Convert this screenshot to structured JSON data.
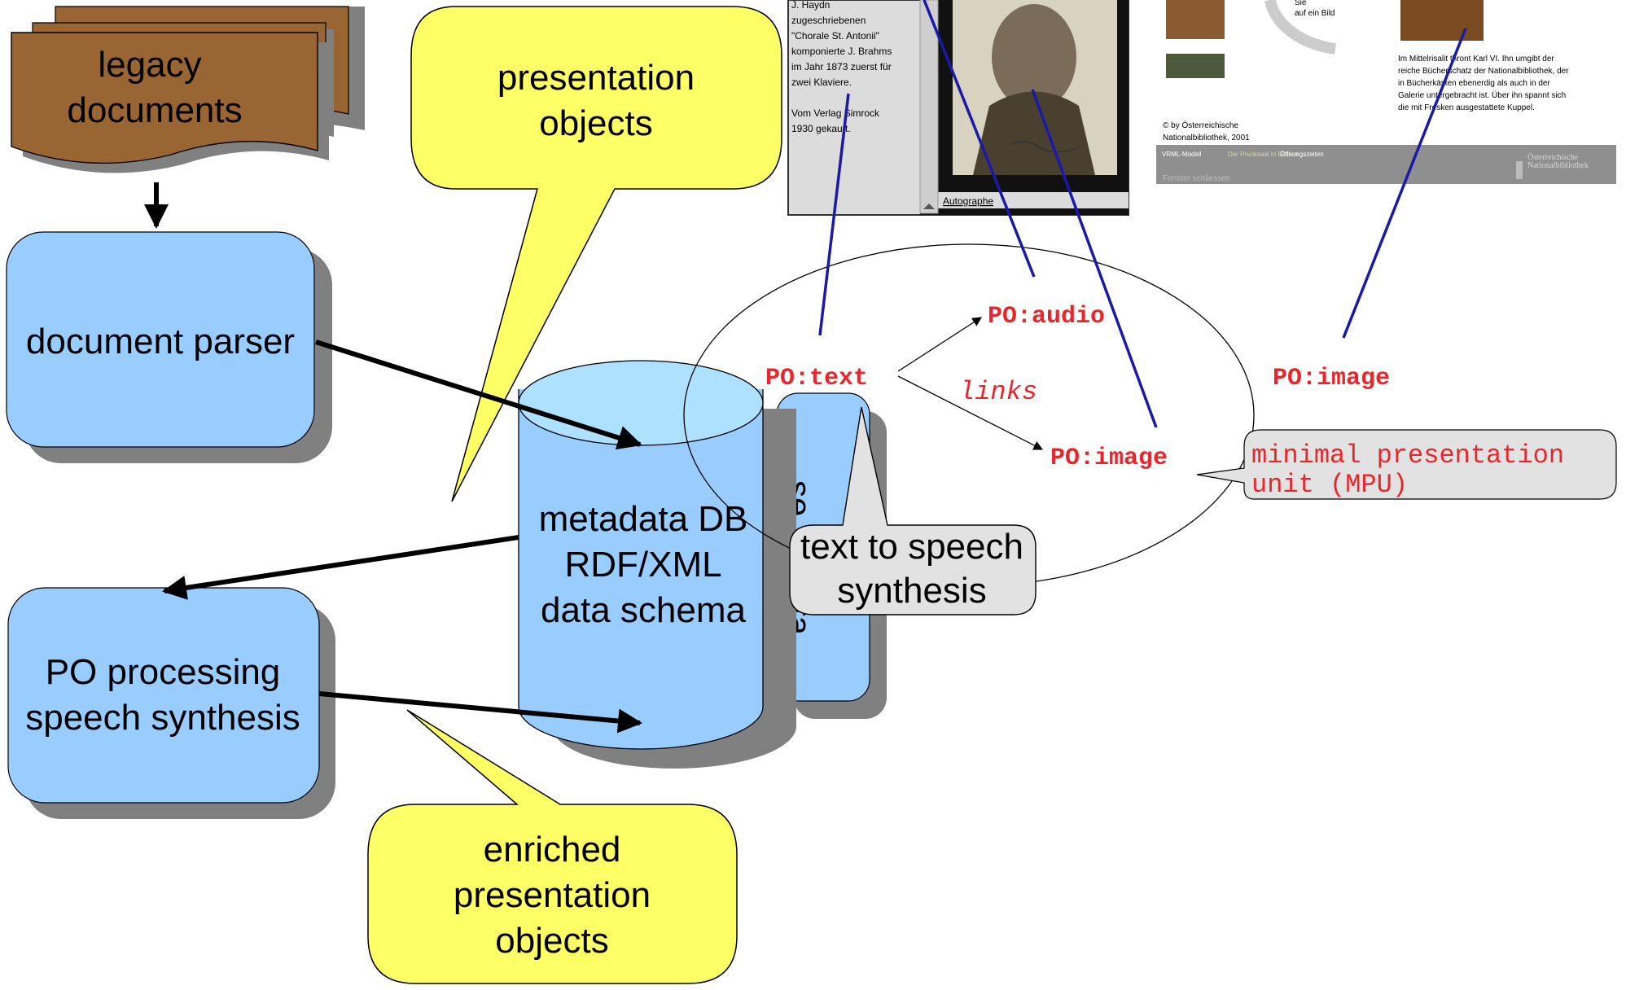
{
  "nodes": {
    "legacy": [
      "legacy",
      "documents"
    ],
    "parser": "document parser",
    "po_processing": [
      "PO processing",
      "speech synthesis"
    ],
    "metadata_db": [
      "metadata DB",
      "RDF/XML",
      "data schema"
    ],
    "semantic_data_partial": [
      "se",
      "ta"
    ]
  },
  "callouts": {
    "presentation_objects": [
      "presentation",
      "objects"
    ],
    "enriched": [
      "enriched",
      "presentation",
      "objects"
    ],
    "text_to_speech": [
      "text to speech",
      "synthesis"
    ],
    "mpu": [
      "minimal presentation",
      "unit (MPU)"
    ]
  },
  "mpu": {
    "po_text": "PO:text",
    "po_audio": "PO:audio",
    "po_image": "PO:image",
    "links": "links"
  },
  "po_image_right": "PO:image",
  "screenshot_left": {
    "text_lines": [
      "J. Haydn",
      "zugeschriebenen",
      "\"Chorale St. Antonii\"",
      "komponierte J. Brahms",
      "im Jahr 1873 zuerst für",
      "zwei Klaviere.",
      "",
      "Vom Verlag Simrock",
      "1930 gekauft."
    ],
    "link": "Autographe"
  },
  "screenshot_right": {
    "sie_lines": [
      "Sie",
      "auf ein Bild"
    ],
    "paragraph": [
      "Im Mittelrisalit thront Karl VI. Ihn umgibt der",
      "reiche Bücherschatz der Nationalbibliothek, der",
      "in Bücherkästen ebenerdig als auch in der",
      "Galerie untergebracht ist. Über ihn spannt sich",
      "die mit Fresken ausgestattete Kuppel."
    ],
    "copyright": [
      "© by Österreichische",
      "Nationalbibliothek, 2001"
    ],
    "nav": [
      "VRML-Modell",
      "Der Prunksaal in Bildern",
      "Öffnungszeiten"
    ],
    "logo": [
      "Österreichische",
      "Nationalbibliothek"
    ],
    "close": "Fenster schliessen"
  },
  "colors": {
    "box_fill": "#99ccff",
    "callout_fill": "#ffff66",
    "legacy_fill": "#996633",
    "shadow": "#808080",
    "po_red": "#e8262b",
    "connector_blue": "#1a1aa6",
    "cylinder_top": "#aee0ff"
  }
}
